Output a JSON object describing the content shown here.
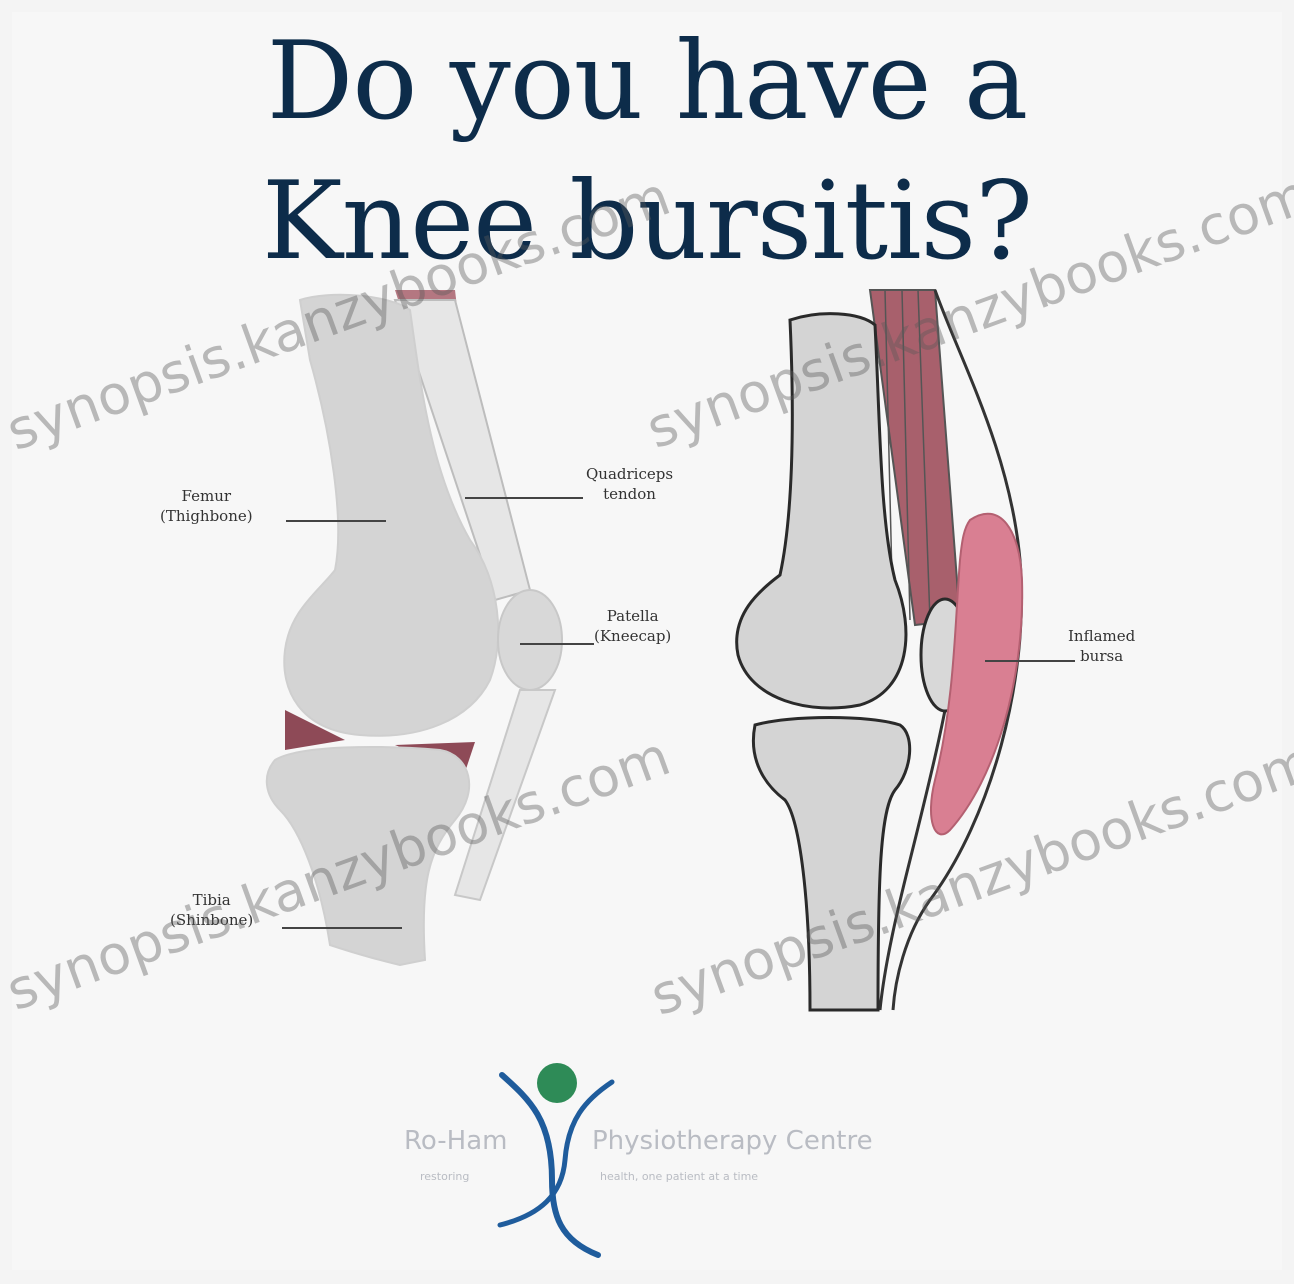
{
  "title": {
    "line1": "Do you have a",
    "line2": "Knee bursitis?"
  },
  "labels": {
    "femur": [
      "Femur",
      "(Thighbone)"
    ],
    "quadriceps": [
      "Quadriceps",
      "tendon"
    ],
    "patella": [
      "Patella",
      "(Kneecap)"
    ],
    "tibia": [
      "Tibia",
      "(Shinbone)"
    ],
    "bursa": [
      "Inflamed",
      "bursa"
    ]
  },
  "watermark": "synopsis.kanzybooks.com",
  "brand": {
    "left": "Ro-Ham",
    "right": "Physiotherapy Centre",
    "tag_left": "restoring",
    "tag_right": "health, one patient at a time"
  },
  "colors": {
    "title": "#0d2c4a",
    "bone": "#d4d4d4",
    "bone_outline": "#2a2a2a",
    "muscle": "#a8606c",
    "bursa": "#d97f92",
    "logo_green": "#2e8b57",
    "logo_blue": "#1f5c9c"
  }
}
